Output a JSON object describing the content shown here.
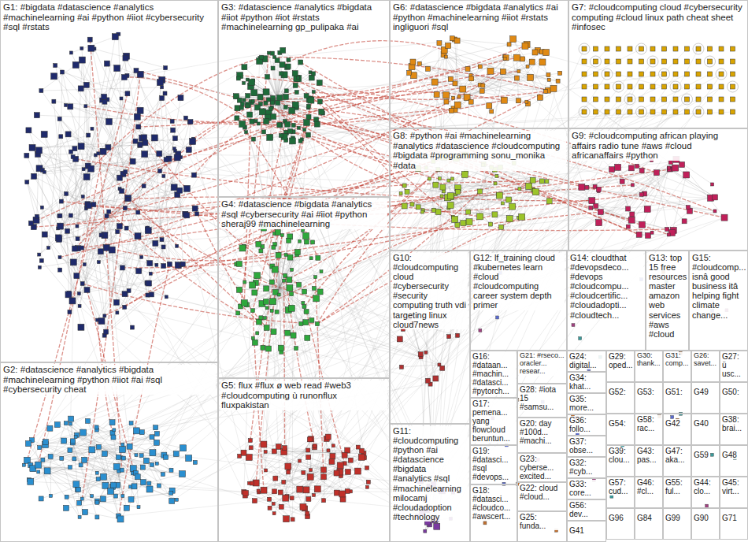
{
  "diagram": {
    "nodes": [
      {
        "text": [
          "G1: #bigdata #datascience #analytics #machinelearning #ai #python #iiot #cybersecurity #sql #rstats"
        ]
      },
      {
        "text": [
          "G3: #datascience #analytics #bigdata #iiot #python #iot #rstats #machinelearning gp_pulipaka #ai"
        ]
      },
      {
        "text": [
          "G6: #datascience #bigdata #analytics #ai #python #machinelearning #iiot #rstats ingliguori #sql"
        ]
      },
      {
        "text": [
          "G7: #cloudcomputing cloud #cybersecurity computing #cloud linux path cheat sheet #infosec"
        ]
      },
      {
        "text": [
          "G4: #datascience #bigdata #analytics #sql #cybersecurity #ai #iiot #python sheraj99 #machinelearning"
        ]
      },
      {
        "text": [
          "G8: #python #ai #machinelearning #analytics #datascience #cloudcomputing #bigdata #programming sonu_monika #data"
        ]
      },
      {
        "text": [
          "G9: #cloudcomputing african playing affairs radio tune #aws #cloud africanaffairs #python"
        ]
      },
      {
        "text": [
          "G10: #cloudcomputing cloud #cybersecurity #security computing truth vdi targeting linux cloud7news"
        ]
      },
      {
        "text": [
          "G12: lf_training cloud #kubernetes learn #cloud #cloudcomputing career system depth primer"
        ]
      },
      {
        "text": [
          "G14: cloudthat #devopsdeco... #devops #cloudcompu... #cloudcertific... #cloudadopti... #cloudtech..."
        ]
      },
      {
        "text": [
          "G13: top 15 free resources master amazon web services #aws #cloud"
        ]
      },
      {
        "text": [
          "G15: #cloudcomp... isnâ good business itâ helping fight climate change..."
        ]
      },
      {
        "text": [
          "G2: #datascience #analytics #bigdata #machinelearning #python #iiot #ai #sql #cybersecurity cheat"
        ]
      },
      {
        "text": [
          "G5: flux #flux ø web read #web3 #cloudcomputing ù runonflux fluxpakistan"
        ]
      },
      {
        "text": [
          "G11: #cloudcomputing #python #ai #datascience #bigdata #analytics #sql #machinelearning milocamj #cloudadoption #technology"
        ]
      },
      {
        "text": [
          "G16: #dataan... #machin... #datasci... #pytorch..."
        ]
      },
      {
        "text": [
          "G17: pemena... yang flowcloud beruntun..."
        ]
      },
      {
        "text": [
          "G19: #datasci... #sql #devops..."
        ]
      },
      {
        "text": [
          "G18: #datasci... #cloudco... #awscert..."
        ]
      },
      {
        "text": [
          "G21: #rseco... oracler... resear..."
        ]
      },
      {
        "text": [
          "G28: #iota 15 #samsu..."
        ]
      },
      {
        "text": [
          "G20: day #100d... #machi..."
        ]
      },
      {
        "text": [
          "G23: cyberse... excited..."
        ]
      },
      {
        "text": [
          "G22: cloud #cloud..."
        ]
      },
      {
        "text": [
          "G25: funda..."
        ]
      },
      {
        "text": [
          "G24: digital..."
        ]
      },
      {
        "text": [
          "G34: khat..."
        ]
      },
      {
        "text": [
          "G35: more..."
        ]
      },
      {
        "text": [
          "G36: follo..."
        ]
      },
      {
        "text": [
          "G37: obse..."
        ]
      },
      {
        "text": [
          "G32: #cyb..."
        ]
      },
      {
        "text": [
          "G33: core..."
        ]
      },
      {
        "text": [
          "G56: dev..."
        ]
      },
      {
        "text": [
          "G41"
        ]
      },
      {
        "text": [
          "G29: oped..."
        ]
      },
      {
        "text": [
          "G30: thank..."
        ]
      },
      {
        "text": [
          "G31: comp..."
        ]
      },
      {
        "text": [
          "G26: savet..."
        ]
      },
      {
        "text": [
          "G27: ü usc..."
        ]
      },
      {
        "text": [
          "G52:"
        ]
      },
      {
        "text": [
          "G53:"
        ]
      },
      {
        "text": [
          "G51:"
        ]
      },
      {
        "text": [
          "G49"
        ]
      },
      {
        "text": [
          "G50:"
        ]
      },
      {
        "text": [
          "G54:"
        ]
      },
      {
        "text": [
          "G58: rac..."
        ]
      },
      {
        "text": [
          "G42"
        ]
      },
      {
        "text": [
          "G40"
        ]
      },
      {
        "text": [
          "G38: brai..."
        ]
      },
      {
        "text": [
          "G39: clou..."
        ]
      },
      {
        "text": [
          "G43: pas..."
        ]
      },
      {
        "text": [
          "G47: aka..."
        ]
      },
      {
        "text": [
          "G59"
        ]
      },
      {
        "text": [
          "G48"
        ]
      },
      {
        "text": [
          "G57: cud..."
        ]
      },
      {
        "text": [
          "G46: #cl..."
        ]
      },
      {
        "text": [
          "G55: ful..."
        ]
      },
      {
        "text": [
          "G44: clo..."
        ]
      },
      {
        "text": [
          "G45: virt..."
        ]
      },
      {
        "text": [
          "G96"
        ]
      },
      {
        "text": [
          "G84"
        ]
      },
      {
        "text": [
          "G99"
        ]
      },
      {
        "text": [
          "G90"
        ]
      },
      {
        "text": [
          "G71"
        ]
      }
    ]
  }
}
